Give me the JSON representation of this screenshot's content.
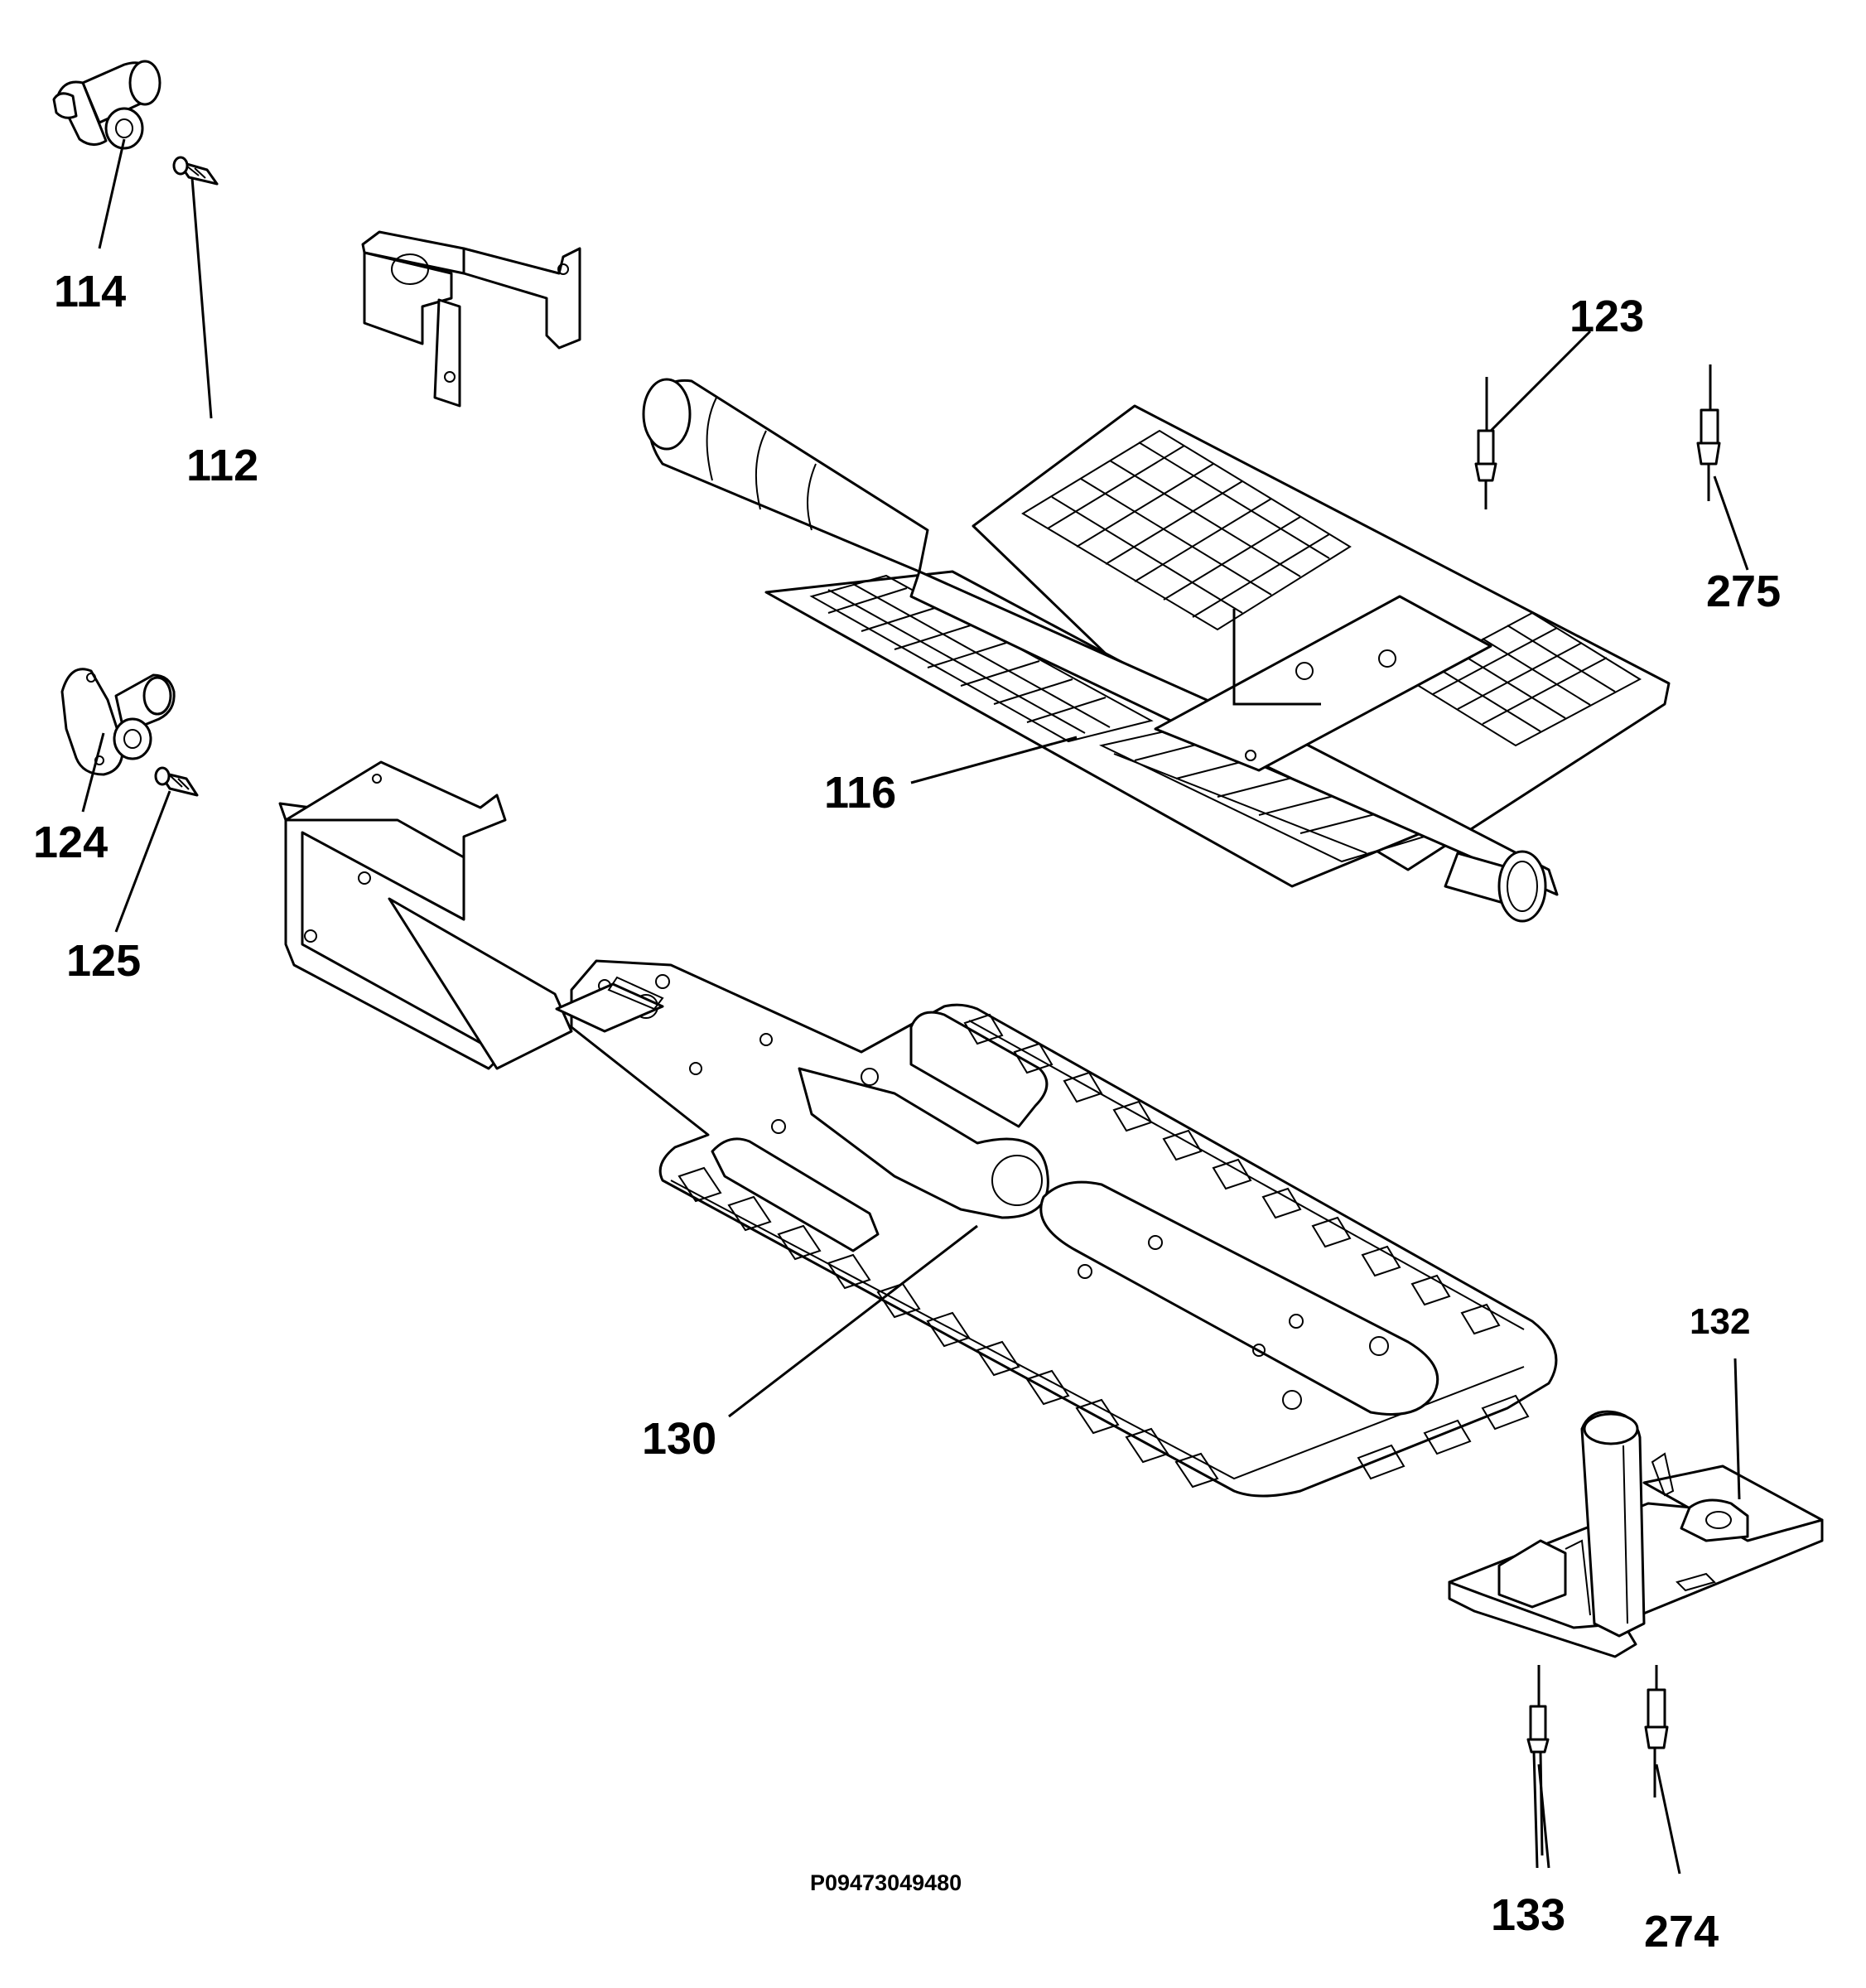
{
  "diagram_code": "P09473049480",
  "parts": [
    {
      "id": "p114",
      "label": "114"
    },
    {
      "id": "p112",
      "label": "112"
    },
    {
      "id": "p123",
      "label": "123"
    },
    {
      "id": "p275",
      "label": "275"
    },
    {
      "id": "p116",
      "label": "116"
    },
    {
      "id": "p124",
      "label": "124"
    },
    {
      "id": "p125",
      "label": "125"
    },
    {
      "id": "p130",
      "label": "130"
    },
    {
      "id": "p132",
      "label": "132"
    },
    {
      "id": "p133",
      "label": "133"
    },
    {
      "id": "p274",
      "label": "274"
    }
  ]
}
